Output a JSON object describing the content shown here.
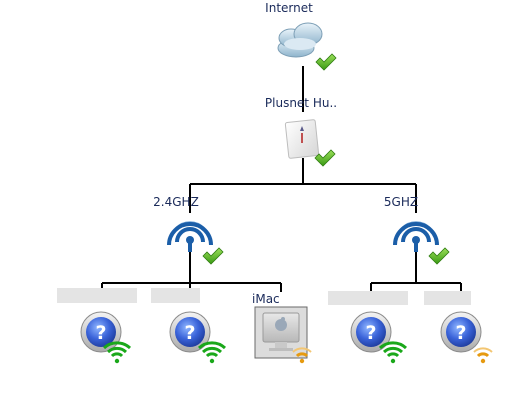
{
  "network_map": {
    "internet": {
      "label": "Internet",
      "icon": "cloud-icon",
      "status": "connected"
    },
    "router": {
      "label": "Plusnet Hu..",
      "icon": "router-icon",
      "status": "connected"
    },
    "bands": [
      {
        "label": "2.4GHZ",
        "icon": "wifi-access-point-icon",
        "status": "connected"
      },
      {
        "label": "5GHZ",
        "icon": "wifi-access-point-icon",
        "status": "connected"
      }
    ],
    "devices": [
      {
        "label": "",
        "icon": "unknown-device-icon",
        "signal": "strong",
        "signal_color": "#1aa81a"
      },
      {
        "label": "",
        "icon": "unknown-device-icon",
        "signal": "strong",
        "signal_color": "#1aa81a"
      },
      {
        "label": "iMac",
        "icon": "imac-icon",
        "signal": "weak",
        "signal_color": "#e69a10"
      },
      {
        "label": "",
        "icon": "unknown-device-icon",
        "signal": "strong",
        "signal_color": "#1aa81a"
      },
      {
        "label": "",
        "icon": "unknown-device-icon",
        "signal": "weak",
        "signal_color": "#e69a10"
      }
    ]
  },
  "colors": {
    "label": "#1a2a5a",
    "line": "#000000",
    "check": "#4caf1c",
    "wifi_blue": "#1b5ea8"
  }
}
